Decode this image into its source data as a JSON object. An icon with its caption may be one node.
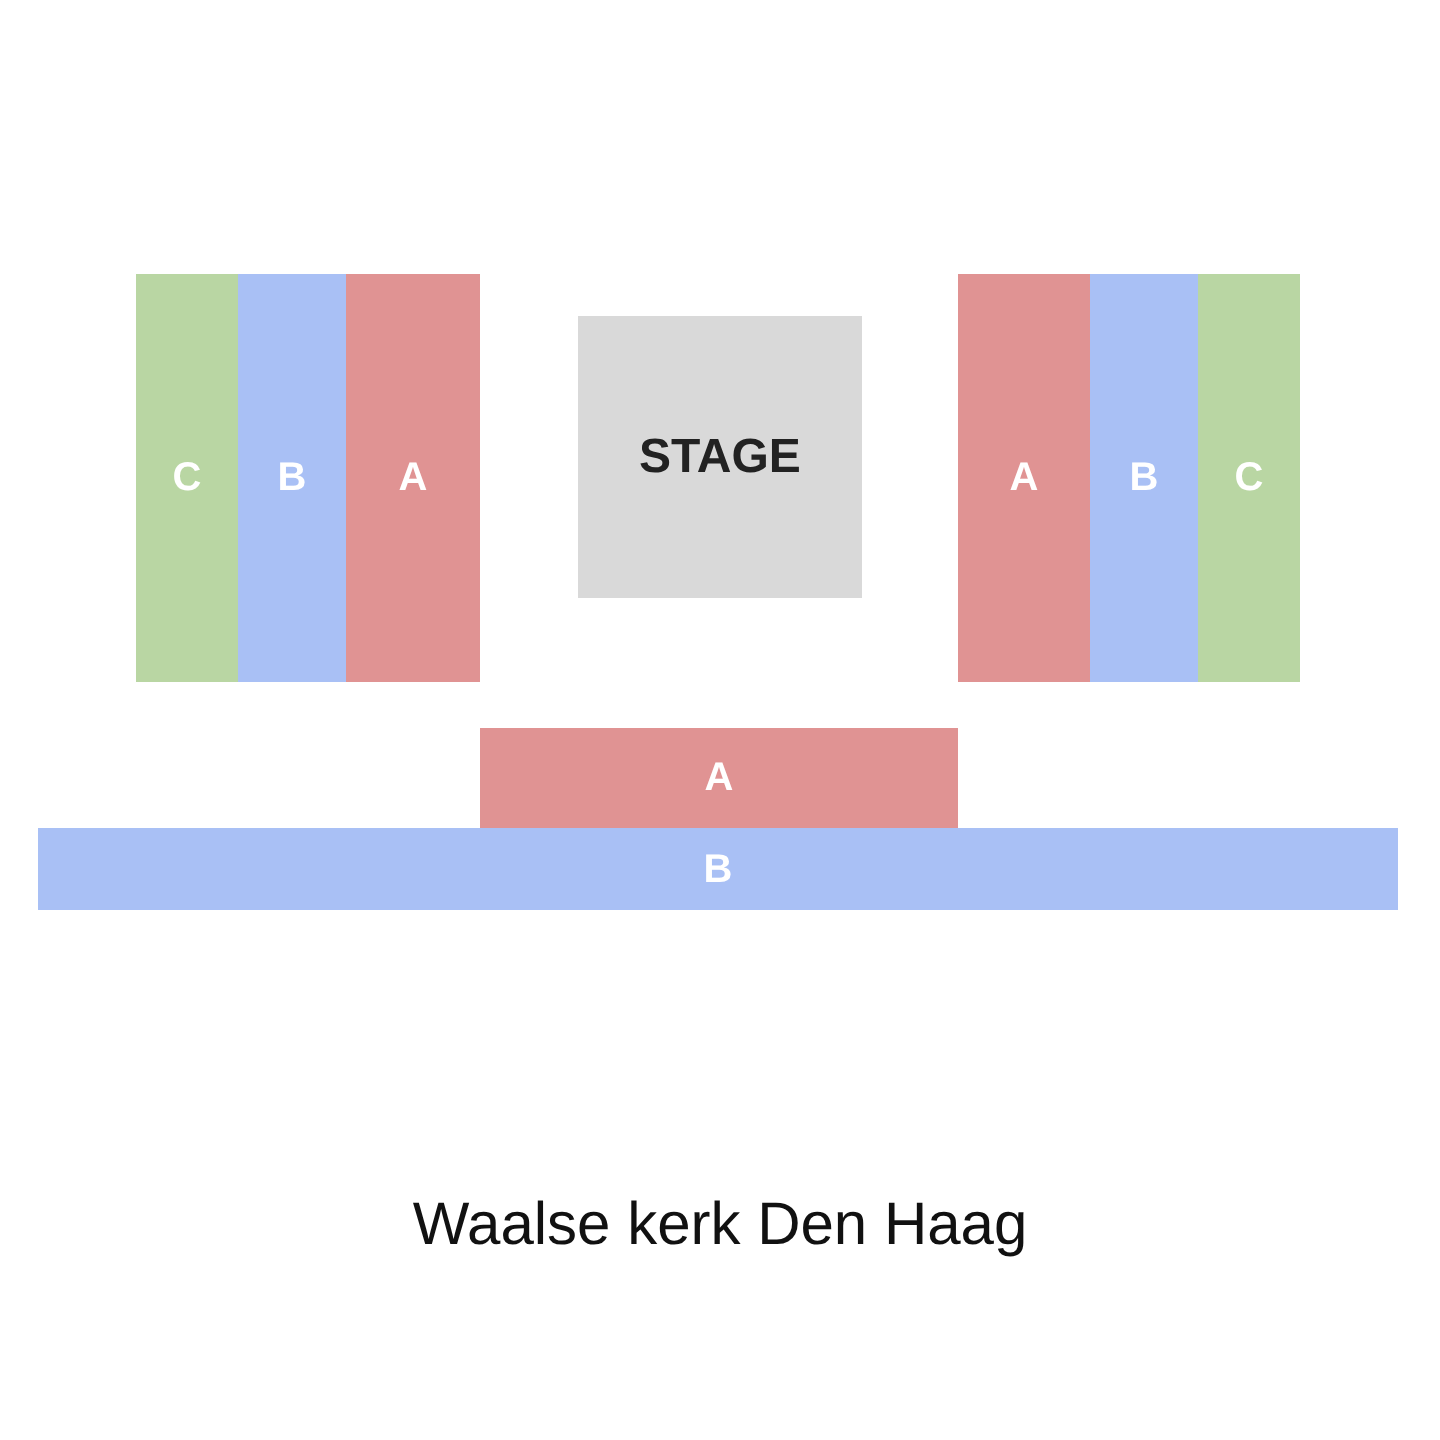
{
  "diagram": {
    "caption": "Waalse kerk Den Haag",
    "nodes": [
      {
        "text": [
          "C"
        ]
      },
      {
        "text": [
          "B"
        ]
      },
      {
        "text": [
          "A"
        ]
      },
      {
        "text": [
          "STAGE"
        ]
      },
      {
        "text": [
          "A"
        ]
      },
      {
        "text": [
          "B"
        ]
      },
      {
        "text": [
          "C"
        ]
      },
      {
        "text": [
          "A"
        ]
      },
      {
        "text": [
          "B"
        ]
      }
    ]
  }
}
